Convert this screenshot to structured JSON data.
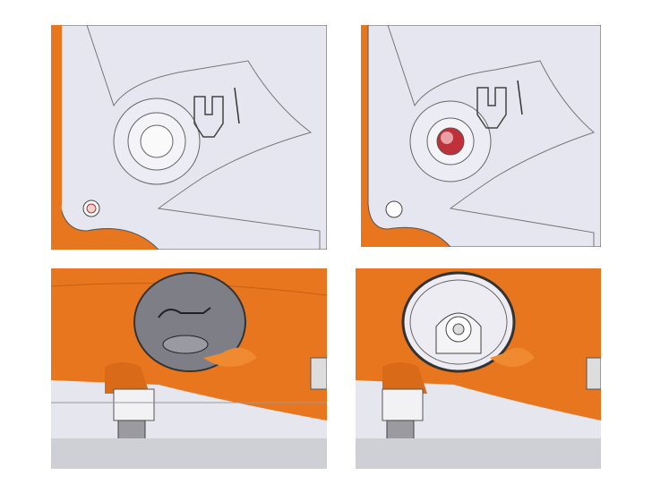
{
  "panels": [
    {
      "id": "top-left",
      "content": "cap-with-star-socket"
    },
    {
      "id": "top-right",
      "content": "cap-removed-red-port"
    },
    {
      "id": "bottom-left",
      "content": "fuel-door-closed"
    },
    {
      "id": "bottom-right",
      "content": "fuel-door-open-fitting"
    }
  ],
  "colors": {
    "orange": "#e8761e",
    "body": "#e4e4ee",
    "grey": "#7a7a80",
    "red": "#c0303a"
  }
}
